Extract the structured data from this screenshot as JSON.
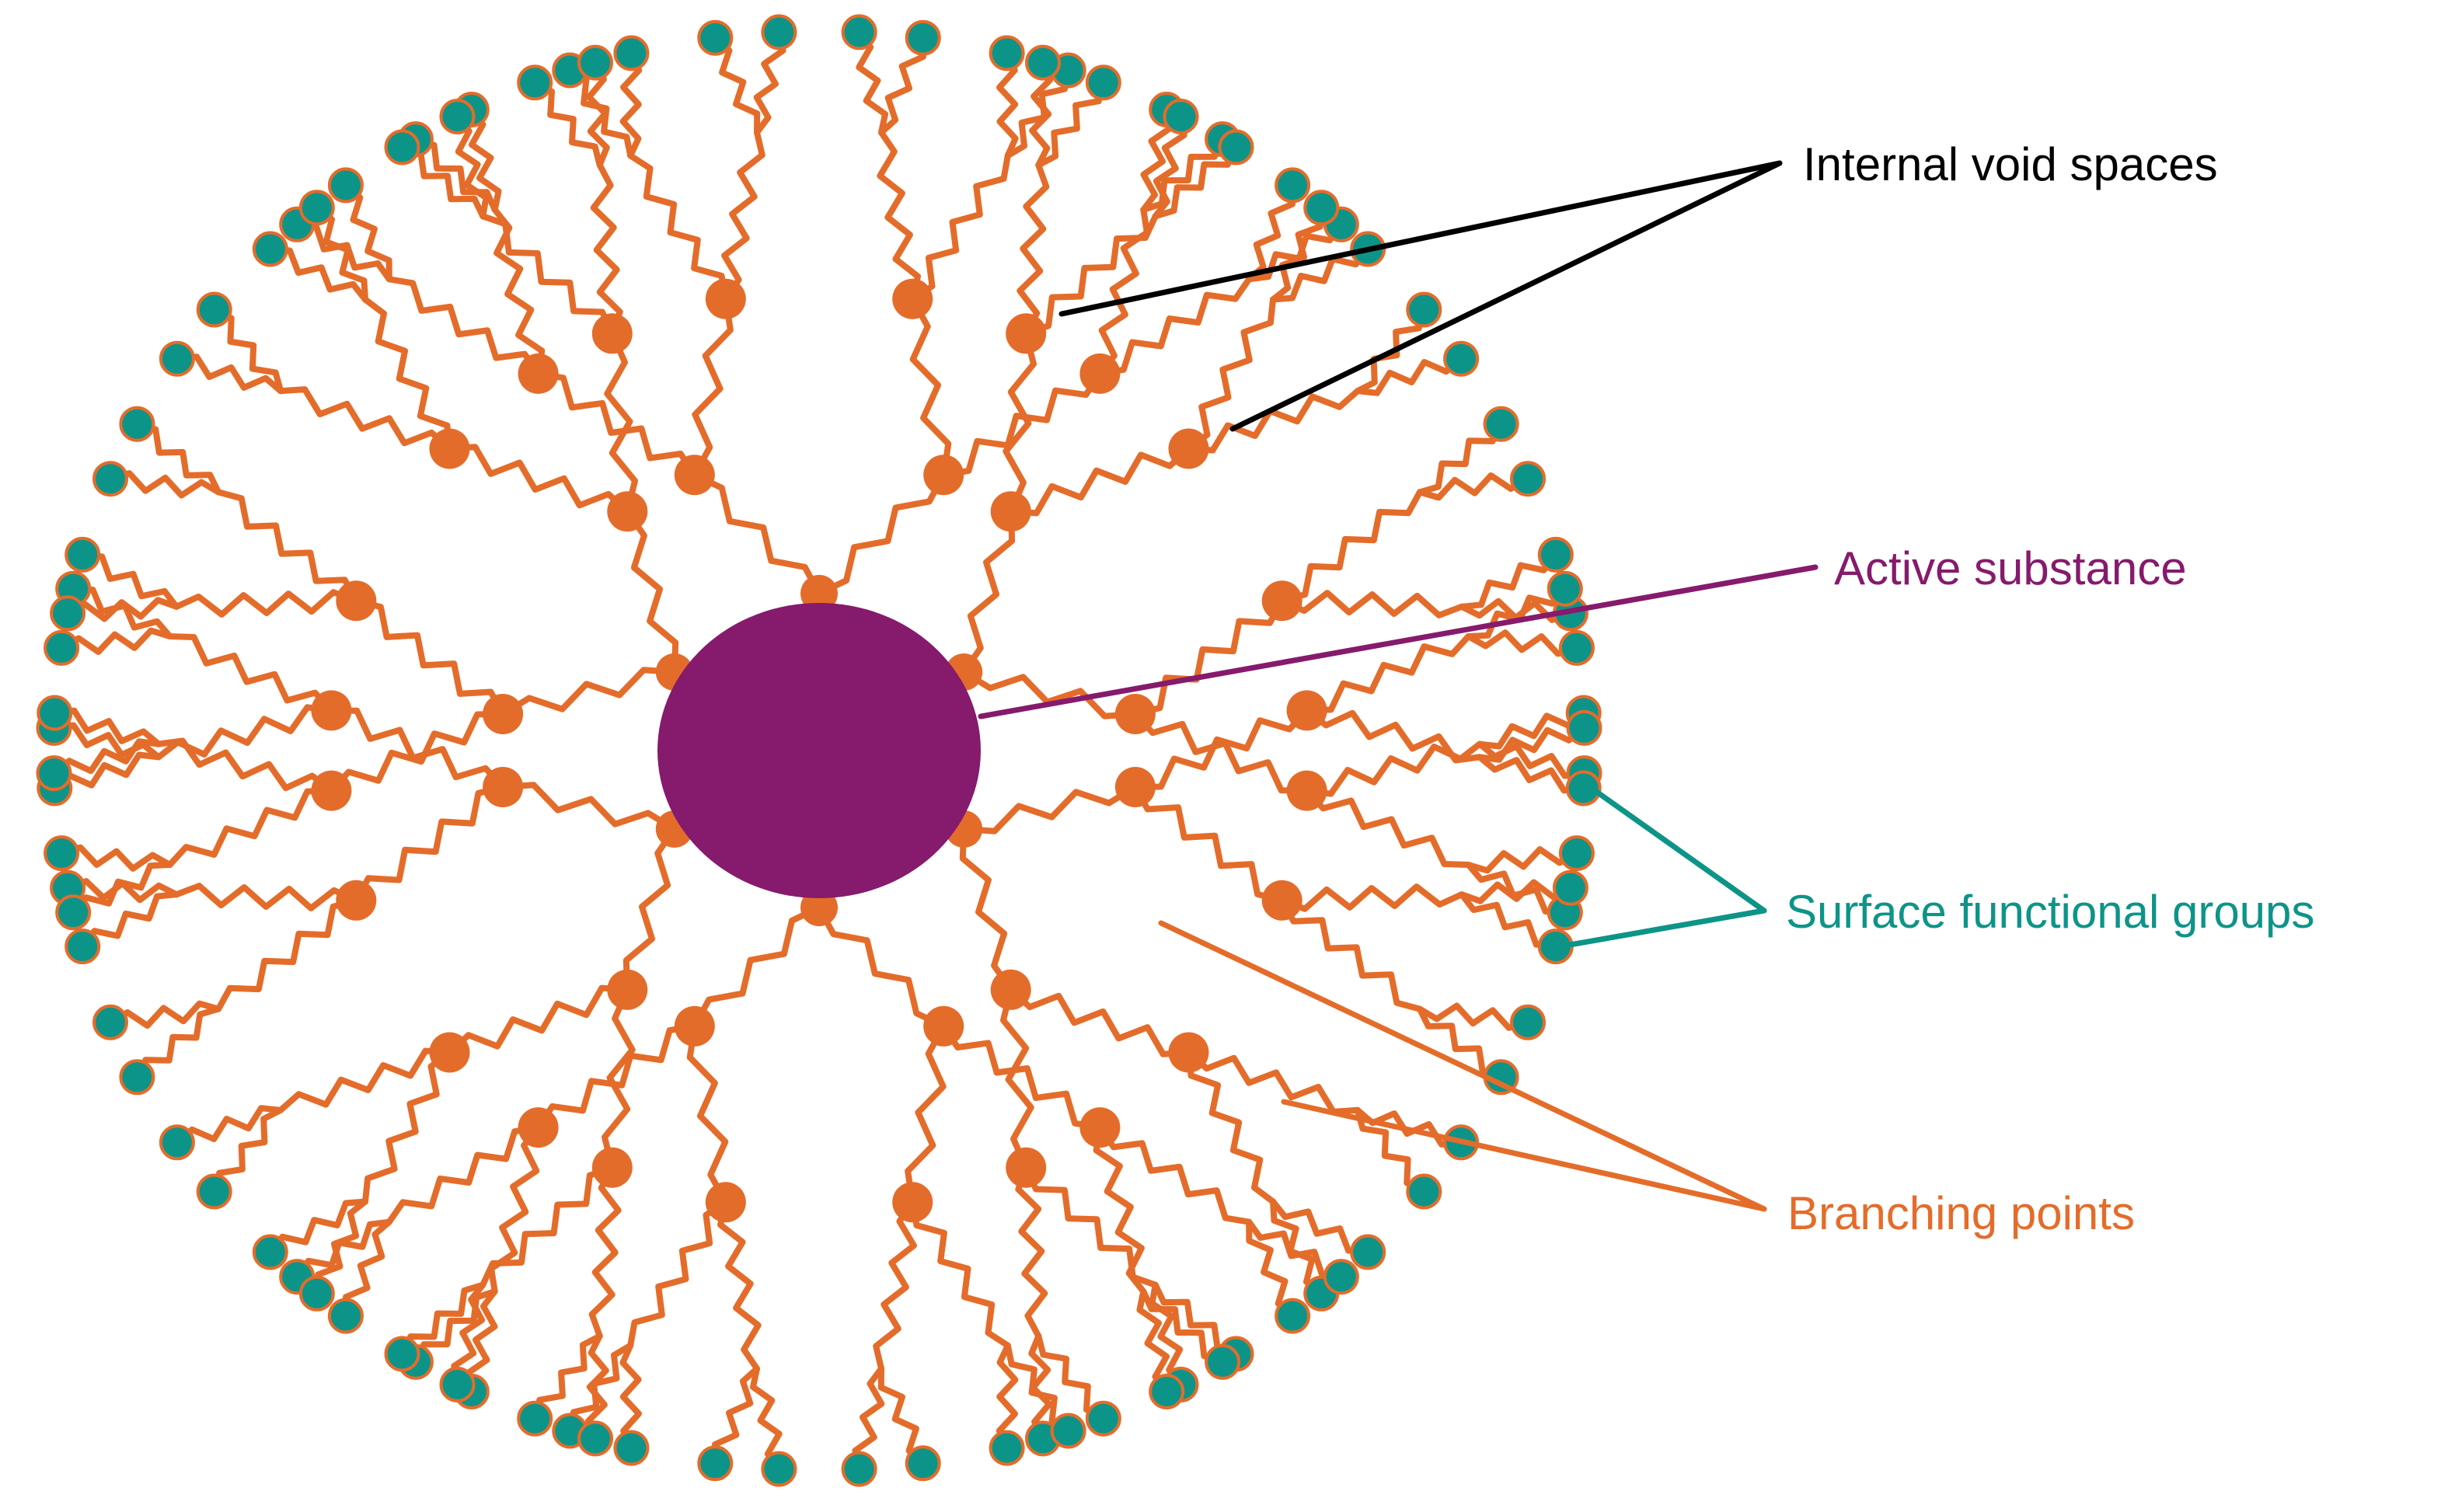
{
  "colors": {
    "chain": "#E46C2A",
    "branch_point": "#E46C2A",
    "surface_group": "#0D9488",
    "surface_group_outline": "#E46C2A",
    "core": "#861A6C",
    "void_label": "#000000",
    "core_label": "#861A6C",
    "surface_label": "#0D9488",
    "branch_label": "#E46C2A"
  },
  "labels": {
    "void": "Internal void spaces",
    "core": "Active substance",
    "surface": "Surface functional groups",
    "branch": "Branching points"
  }
}
